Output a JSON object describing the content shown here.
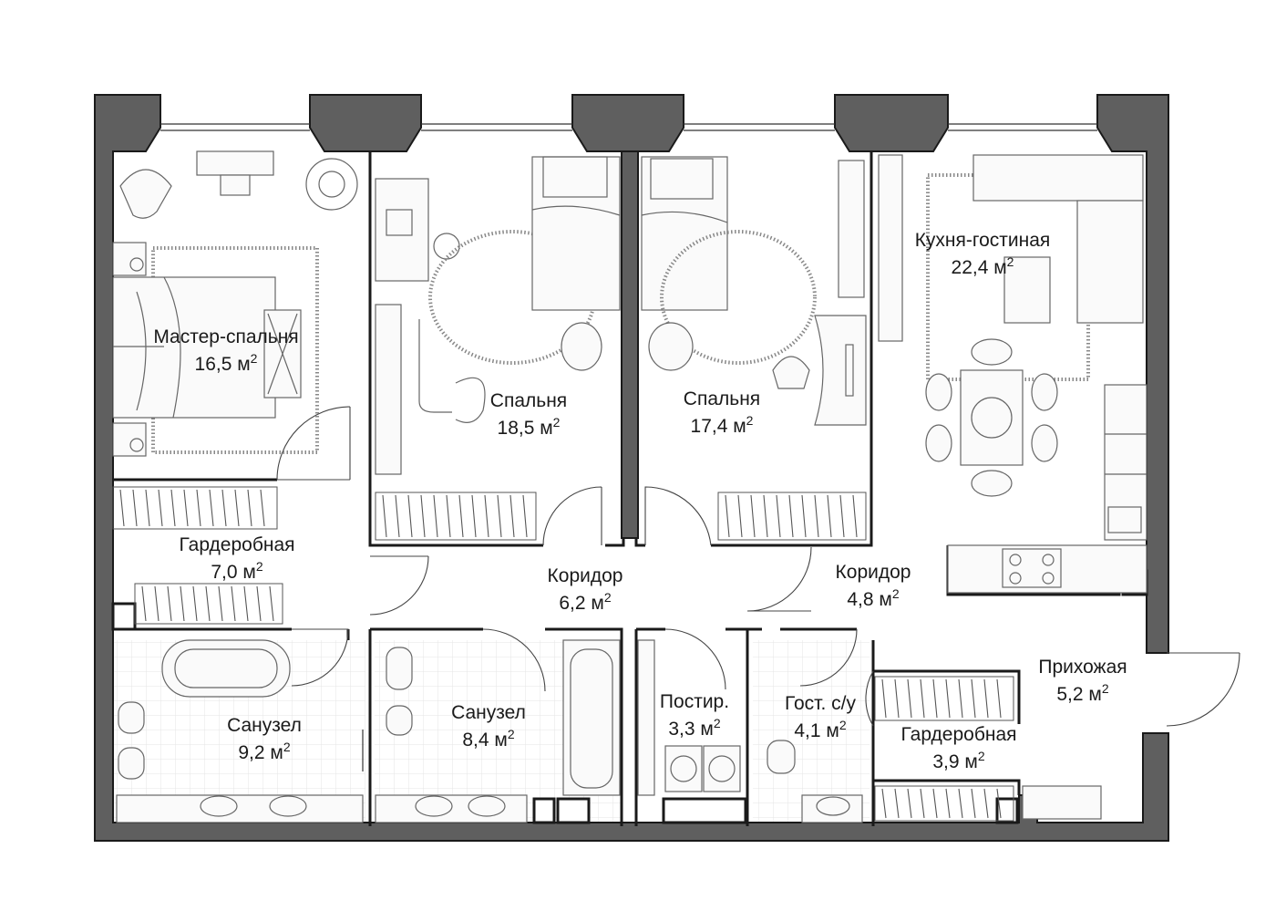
{
  "plan": {
    "area_unit": "м",
    "area_unit_exp": "2",
    "rooms": [
      {
        "id": "master-bedroom",
        "name": "Мастер-спальня",
        "area": "16,5"
      },
      {
        "id": "wardrobe-1",
        "name": "Гардеробная",
        "area": "7,0"
      },
      {
        "id": "bathroom-1",
        "name": "Санузел",
        "area": "9,2"
      },
      {
        "id": "bedroom-1",
        "name": "Спальня",
        "area": "18,5"
      },
      {
        "id": "bedroom-2",
        "name": "Спальня",
        "area": "17,4"
      },
      {
        "id": "corridor-1",
        "name": "Коридор",
        "area": "6,2"
      },
      {
        "id": "bathroom-2",
        "name": "Санузел",
        "area": "8,4"
      },
      {
        "id": "laundry",
        "name": "Постир.",
        "area": "3,3"
      },
      {
        "id": "guest-wc",
        "name": "Гост. с/у",
        "area": "4,1"
      },
      {
        "id": "corridor-2",
        "name": "Коридор",
        "area": "4,8"
      },
      {
        "id": "kitchen-living",
        "name": "Кухня-гостиная",
        "area": "22,4"
      },
      {
        "id": "entrance-hall",
        "name": "Прихожая",
        "area": "5,2"
      },
      {
        "id": "wardrobe-2",
        "name": "Гардеробная",
        "area": "3,9"
      }
    ]
  }
}
